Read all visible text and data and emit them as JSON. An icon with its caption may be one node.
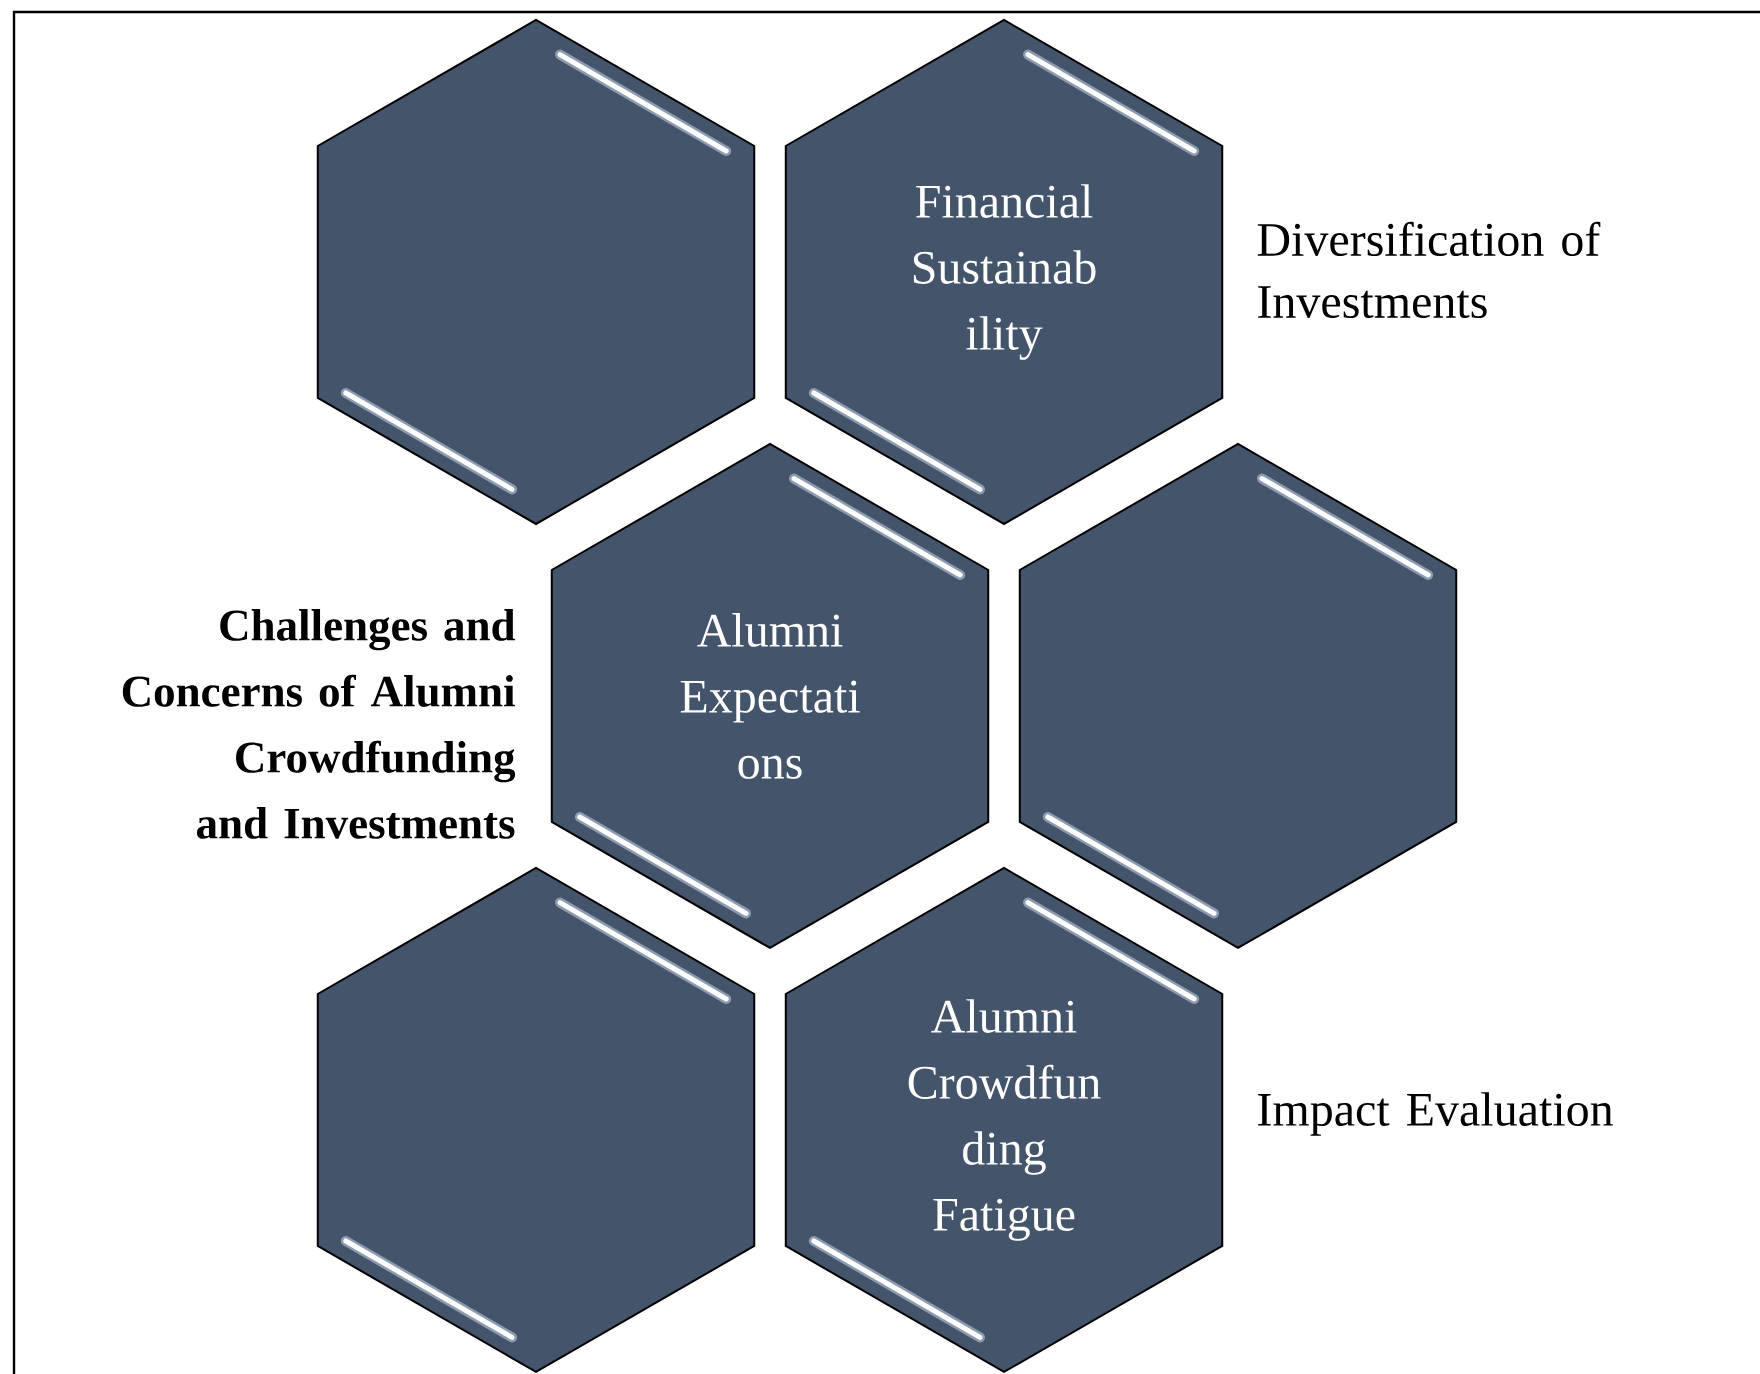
{
  "diagram": {
    "nodes": [
      {
        "text": [],
        "shape": "hexagon"
      },
      {
        "text": [
          "Financial Sustainab ility"
        ]
      },
      {
        "text": [
          "Alumni Expectati ons"
        ]
      },
      {
        "text": [],
        "shape": "hexagon"
      },
      {
        "text": [],
        "shape": "hexagon"
      },
      {
        "text": [
          "Alumni Crowdfun ding Fatigue"
        ]
      }
    ],
    "labels": [
      "Diversification of Investments",
      "Challenges and Concerns of Alumni Crowdfunding and Investments",
      "Impact Evaluation"
    ]
  }
}
